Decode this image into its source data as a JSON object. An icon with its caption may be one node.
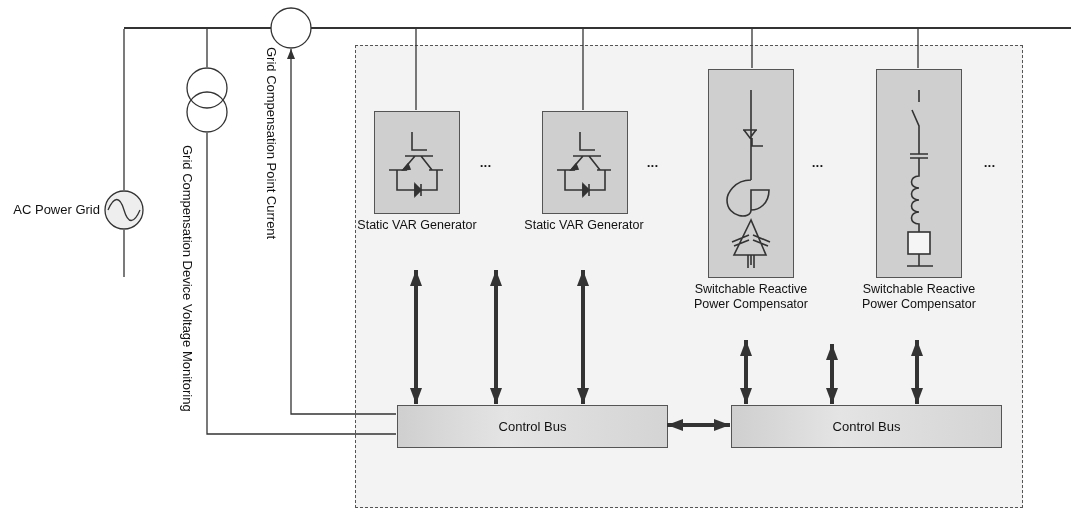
{
  "diagram": {
    "nodes": [
      {
        "text": [],
        "shape": "bar"
      },
      {
        "text": [],
        "shape": "circle",
        "beside": [
          "AC Power Grid"
        ]
      },
      {
        "text": [],
        "shape": "circle",
        "beside": [
          "Grid Compensation Device Voltage Monitoring"
        ]
      },
      {
        "text": [],
        "shape": "circle",
        "beside": [
          "Grid Compensation Point Current"
        ]
      },
      {
        "text": [],
        "shape": "box"
      },
      {
        "text": [
          "Static VAR Generator"
        ],
        "in": 4
      },
      {
        "text": [
          "Static VAR Generator"
        ],
        "in": 4
      },
      {
        "text": [
          "Switchable Reactive Power Compensator"
        ],
        "in": 4
      },
      {
        "text": [
          "Switchable Reactive Power Compensator"
        ],
        "in": 4
      },
      {
        "text": [
          "Control Bus"
        ],
        "in": 4
      },
      {
        "text": [
          "Control Bus"
        ],
        "in": 4
      }
    ],
    "edges": [
      {
        "from": 0,
        "to": 1,
        "arrow": "none"
      },
      {
        "from": 0,
        "to": 2,
        "arrow": "none"
      },
      {
        "from": 2,
        "to": 9,
        "arrow": "none"
      },
      {
        "from": 9,
        "to": 3,
        "arrow": "to"
      },
      {
        "from": 0,
        "to": 5,
        "arrow": "none"
      },
      {
        "from": 0,
        "to": 6,
        "arrow": "none"
      },
      {
        "from": 0,
        "to": 7,
        "arrow": "none"
      },
      {
        "from": 0,
        "to": 8,
        "arrow": "none"
      },
      {
        "from": 5,
        "to": 9,
        "arrow": "both",
        "style": "thick"
      },
      {
        "from": null,
        "to": 9,
        "arrow": "both",
        "style": "thick"
      },
      {
        "from": 6,
        "to": 9,
        "arrow": "both",
        "style": "thick"
      },
      {
        "from": 7,
        "to": 10,
        "arrow": "both",
        "style": "thick"
      },
      {
        "from": null,
        "to": 10,
        "arrow": "both",
        "style": "thick"
      },
      {
        "from": 8,
        "to": 10,
        "arrow": "both",
        "style": "thick"
      },
      {
        "from": 9,
        "to": 10,
        "arrow": "both",
        "style": "thick"
      }
    ],
    "labels": [
      "•••",
      "•••",
      "•••",
      "•••"
    ]
  }
}
